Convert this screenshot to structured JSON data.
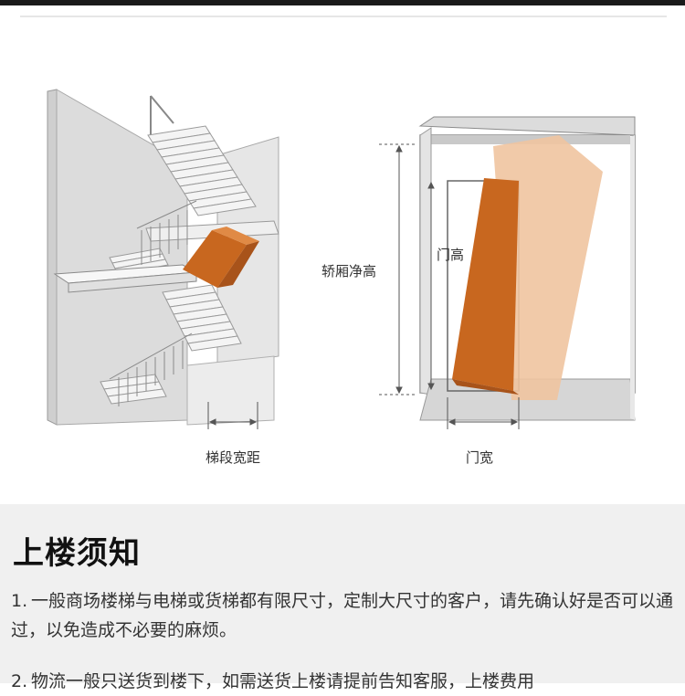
{
  "illustration": {
    "stair_label": "梯段宽距",
    "car_height_label": "轿厢净高",
    "door_height_label": "门高",
    "door_width_label": "门宽"
  },
  "notice": {
    "title": "上楼须知",
    "items": [
      {
        "num": "1.",
        "text": "一般商场楼梯与电梯或货梯都有限尺寸，定制大尺寸的客户，请先确认好是否可以通过，以免造成不必要的麻烦。"
      },
      {
        "num": "2.",
        "text": "物流一般只送货到楼下，如需送货上楼请提前告知客服，上楼费用"
      }
    ]
  }
}
